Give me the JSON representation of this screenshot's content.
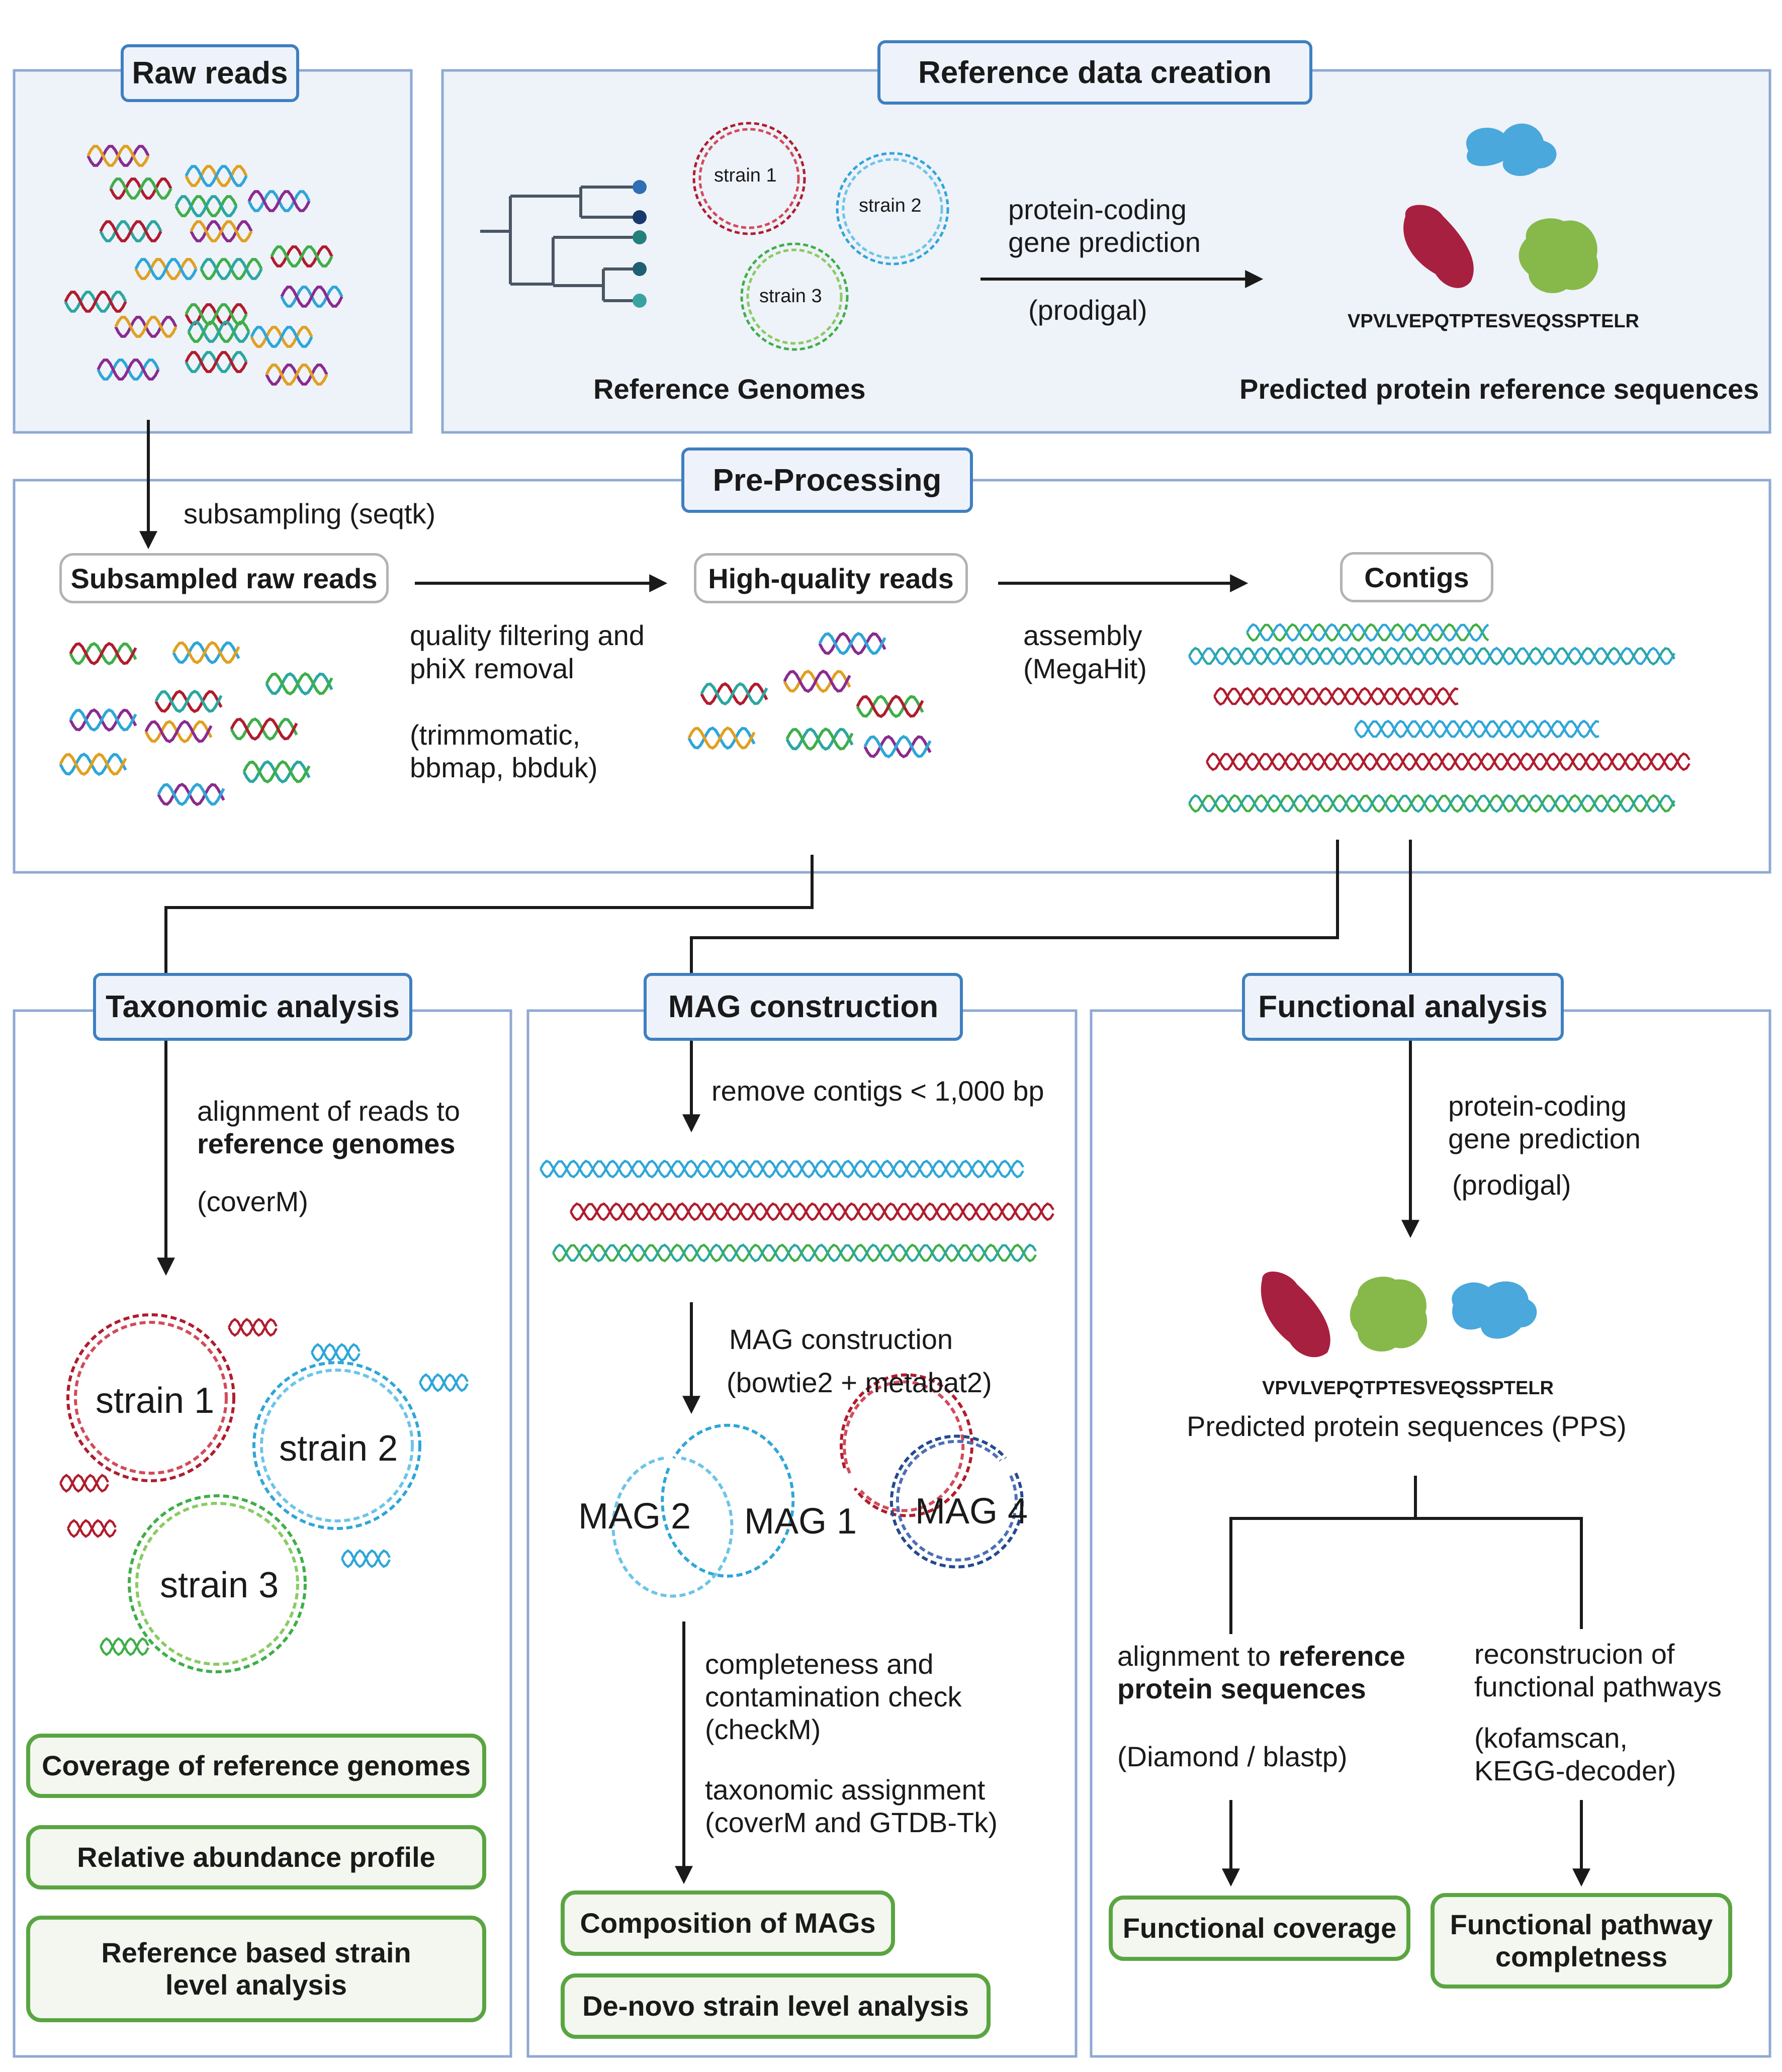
{
  "raw_reads": {
    "title": "Raw reads"
  },
  "reference": {
    "title": "Reference data creation",
    "strain1": "strain 1",
    "strain2": "strain 2",
    "strain3": "strain 3",
    "step_line1": "protein-coding",
    "step_line2": "gene prediction",
    "tool": "(prodigal)",
    "peptide": "VPVLVEPQTPTESVEQSSPTELR",
    "genomes_label": "Reference Genomes",
    "proteins_label": "Predicted protein reference sequences"
  },
  "preprocessing": {
    "title": "Pre-Processing",
    "subsampling": "subsampling (seqtk)",
    "subsampled": "Subsampled raw reads",
    "qf_line1": "quality filtering and",
    "qf_line2": "phiX removal",
    "qf_tools1": "(trimmomatic,",
    "qf_tools2": "bbmap, bbduk)",
    "hq": "High-quality reads",
    "assembly1": "assembly",
    "assembly2": "(MegaHit)",
    "contigs": "Contigs"
  },
  "taxonomic": {
    "title": "Taxonomic analysis",
    "step1": "alignment of reads to",
    "step2": "reference genomes",
    "tool": "(coverM)",
    "strain1": "strain 1",
    "strain2": "strain 2",
    "strain3": "strain 3",
    "out1": "Coverage of reference genomes",
    "out2": "Relative abundance profile",
    "out3_line1": "Reference based strain",
    "out3_line2": "level analysis"
  },
  "mag": {
    "title": "MAG construction",
    "filter": "remove contigs < 1,000 bp",
    "construct1": "MAG construction",
    "construct2": "(bowtie2 + metabat2)",
    "mag2": "MAG 2",
    "mag1": "MAG 1",
    "mag4": "MAG 4",
    "check1": "completeness and",
    "check2": "contamination check",
    "check3": "(checkM)",
    "tax1": "taxonomic assignment",
    "tax2": "(coverM and GTDB-Tk)",
    "out1": "Composition of MAGs",
    "out2": "De-novo strain level analysis"
  },
  "functional": {
    "title": "Functional analysis",
    "step1": "protein-coding",
    "step2": "gene prediction",
    "tool": "(prodigal)",
    "peptide": "VPVLVEPQTPTESVEQSSPTELR",
    "pps": "Predicted protein sequences (PPS)",
    "align1": "alignment to ",
    "align1b": "reference",
    "align2": "protein sequences",
    "align_tool": "(Diamond / blastp)",
    "recon1": "reconstrucion of",
    "recon2": "functional pathways",
    "recon_tool1": "(kofamscan,",
    "recon_tool2": "KEGG-decoder)",
    "out1": "Functional coverage",
    "out2_line1": "Functional pathway",
    "out2_line2": "completness"
  },
  "colors": {
    "panel_fill": "#eef2f9",
    "panel_border": "#8fa9d2",
    "title_border": "#3f7fc0",
    "output_border": "#5aa542",
    "node_border": "#b3b3b3",
    "dna_red": "#b01c2e",
    "dna_blue": "#2ea6d8",
    "dna_green": "#3fae49",
    "dna_purple": "#8a2b8f",
    "dna_orange": "#e0a020",
    "dna_teal": "#2aa7a0",
    "dna_navy": "#234a8f",
    "protein_red": "#a8203f",
    "protein_blue": "#4aa8dc",
    "protein_green": "#86b94a"
  }
}
